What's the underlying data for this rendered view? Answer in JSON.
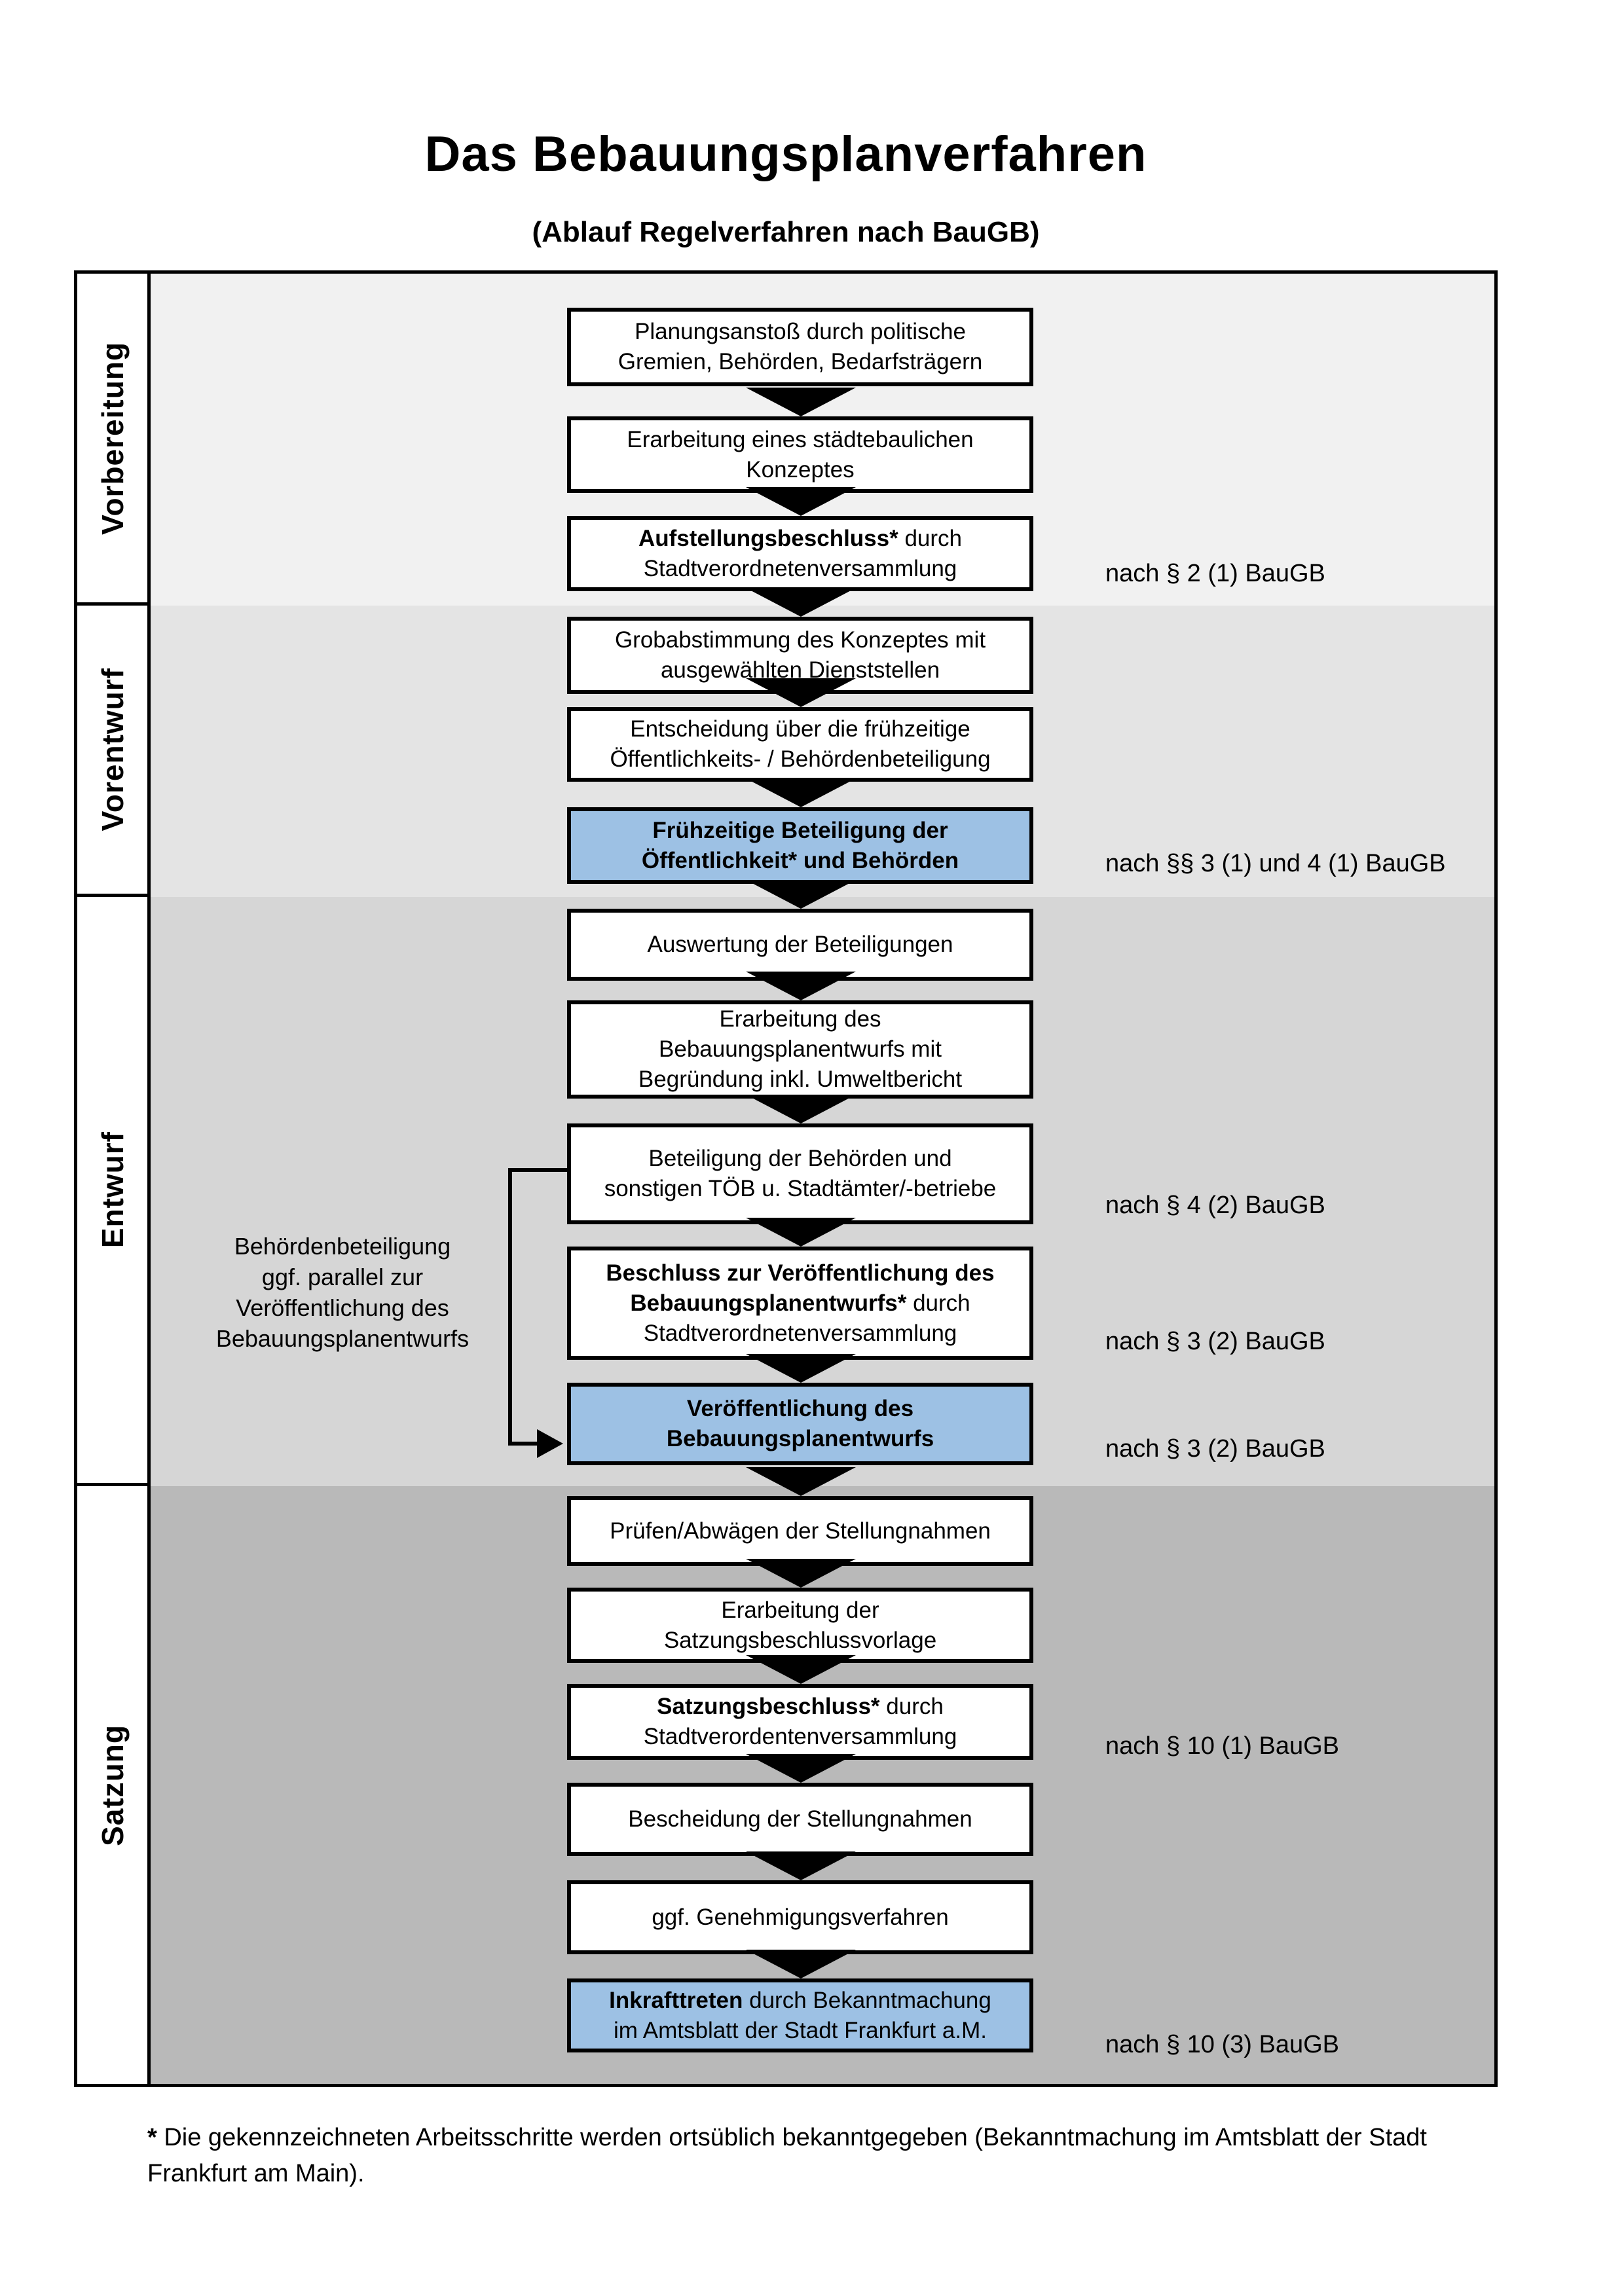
{
  "page": {
    "title": "Das Bebauungsplanverfahren",
    "subtitle": "(Ablauf Regelverfahren nach BauGB)"
  },
  "colors": {
    "highlight_blue": "#9dc1e4",
    "band1": "#f1f1f1",
    "band2": "#e4e4e4",
    "band3": "#d6d6d6",
    "band4": "#b9b9b9",
    "border": "#000000"
  },
  "phases": [
    {
      "label": "Vorbereitung"
    },
    {
      "label": "Vorentwurf"
    },
    {
      "label": "Entwurf"
    },
    {
      "label": "Satzung"
    }
  ],
  "annotation": {
    "segments": [
      {
        "t": "Behördenbeteiligung"
      },
      {
        "br": true
      },
      {
        "t": "ggf. parallel zur"
      },
      {
        "br": true
      },
      {
        "t": "Veröffentlichung des"
      },
      {
        "br": true
      },
      {
        "t": "Bebauungsplanentwurfs"
      }
    ]
  },
  "flow": {
    "boxes": [
      {
        "id": "planungsanstoss",
        "variant": "white",
        "segments": [
          {
            "t": "Planungsanstoß durch politische"
          },
          {
            "br": true
          },
          {
            "t": "Gremien, Behörden, Bedarfsträgern"
          }
        ]
      },
      {
        "id": "staedtebauliches-konzept",
        "variant": "white",
        "segments": [
          {
            "t": "Erarbeitung eines städtebaulichen"
          },
          {
            "br": true
          },
          {
            "t": "Konzeptes"
          }
        ]
      },
      {
        "id": "aufstellungsbeschluss",
        "variant": "white",
        "segments": [
          {
            "t": "Aufstellungsbeschluss*",
            "b": true
          },
          {
            "t": " durch"
          },
          {
            "br": true
          },
          {
            "t": "Stadtverordnetenversammlung"
          }
        ],
        "ref": "nach § 2 (1) BauGB"
      },
      {
        "id": "grobabstimmung",
        "variant": "white",
        "segments": [
          {
            "t": "Grobabstimmung des Konzeptes mit"
          },
          {
            "br": true
          },
          {
            "t": "ausgewählten Dienststellen"
          }
        ]
      },
      {
        "id": "entscheidung-beteiligung",
        "variant": "white",
        "segments": [
          {
            "t": "Entscheidung über die frühzeitige"
          },
          {
            "br": true
          },
          {
            "t": "Öffentlichkeits- / Behördenbeteiligung"
          }
        ]
      },
      {
        "id": "fruehzeitige-beteiligung",
        "variant": "blue",
        "segments": [
          {
            "t": "Frühzeitige Beteiligung der",
            "b": true
          },
          {
            "br": true
          },
          {
            "t": "Öffentlichkeit* und Behörden",
            "b": true
          }
        ],
        "ref": "nach §§ 3 (1) und 4 (1) BauGB"
      },
      {
        "id": "auswertung",
        "variant": "white",
        "segments": [
          {
            "t": "Auswertung der Beteiligungen"
          }
        ]
      },
      {
        "id": "erarbeitung-entwurf",
        "variant": "white",
        "segments": [
          {
            "t": "Erarbeitung des"
          },
          {
            "br": true
          },
          {
            "t": "Bebauungsplanentwurfs mit"
          },
          {
            "br": true
          },
          {
            "t": "Begründung inkl. Umweltbericht"
          }
        ]
      },
      {
        "id": "beteiligung-behoerden",
        "variant": "white",
        "segments": [
          {
            "t": "Beteiligung der Behörden und"
          },
          {
            "br": true
          },
          {
            "t": "sonstigen TÖB u. Stadtämter/-betriebe"
          }
        ],
        "ref": "nach § 4 (2) BauGB"
      },
      {
        "id": "beschluss-veroeffentlichung",
        "variant": "white",
        "segments": [
          {
            "t": "Beschluss zur Veröffentlichung des",
            "b": true
          },
          {
            "br": true
          },
          {
            "t": "Bebauungsplanentwurfs*",
            "b": true
          },
          {
            "t": " durch"
          },
          {
            "br": true
          },
          {
            "t": "Stadtverordnetenversammlung"
          }
        ],
        "ref": "nach § 3 (2) BauGB"
      },
      {
        "id": "veroeffentlichung",
        "variant": "blue",
        "segments": [
          {
            "t": "Veröffentlichung des",
            "b": true
          },
          {
            "br": true
          },
          {
            "t": "Bebauungsplanentwurfs",
            "b": true
          }
        ],
        "ref": "nach § 3 (2) BauGB"
      },
      {
        "id": "pruefen-abwaegen",
        "variant": "white",
        "segments": [
          {
            "t": "Prüfen/Abwägen der Stellungnahmen"
          }
        ]
      },
      {
        "id": "satzungsbeschlussvorlage",
        "variant": "white",
        "segments": [
          {
            "t": "Erarbeitung der"
          },
          {
            "br": true
          },
          {
            "t": "Satzungsbeschlussvorlage"
          }
        ]
      },
      {
        "id": "satzungsbeschluss",
        "variant": "white",
        "segments": [
          {
            "t": "Satzungsbeschluss*",
            "b": true
          },
          {
            "t": " durch"
          },
          {
            "br": true
          },
          {
            "t": "Stadtverordentenversammlung"
          }
        ],
        "ref": "nach § 10 (1) BauGB"
      },
      {
        "id": "bescheidung",
        "variant": "white",
        "segments": [
          {
            "t": "Bescheidung der Stellungnahmen"
          }
        ]
      },
      {
        "id": "genehmigungsverfahren",
        "variant": "white",
        "segments": [
          {
            "t": "ggf. Genehmigungsverfahren"
          }
        ]
      },
      {
        "id": "inkrafttreten",
        "variant": "blue",
        "segments": [
          {
            "t": "Inkrafttreten",
            "b": true
          },
          {
            "t": " durch Bekanntmachung"
          },
          {
            "br": true
          },
          {
            "t": "im Amtsblatt der Stadt Frankfurt a.M."
          }
        ],
        "ref": "nach § 10 (3) BauGB"
      }
    ]
  },
  "footnote": {
    "star": "*",
    "text": " Die gekennzeichneten Arbeitsschritte werden ortsüblich bekanntgegeben (Bekanntmachung im Amtsblatt der Stadt Frankfurt am Main)."
  }
}
